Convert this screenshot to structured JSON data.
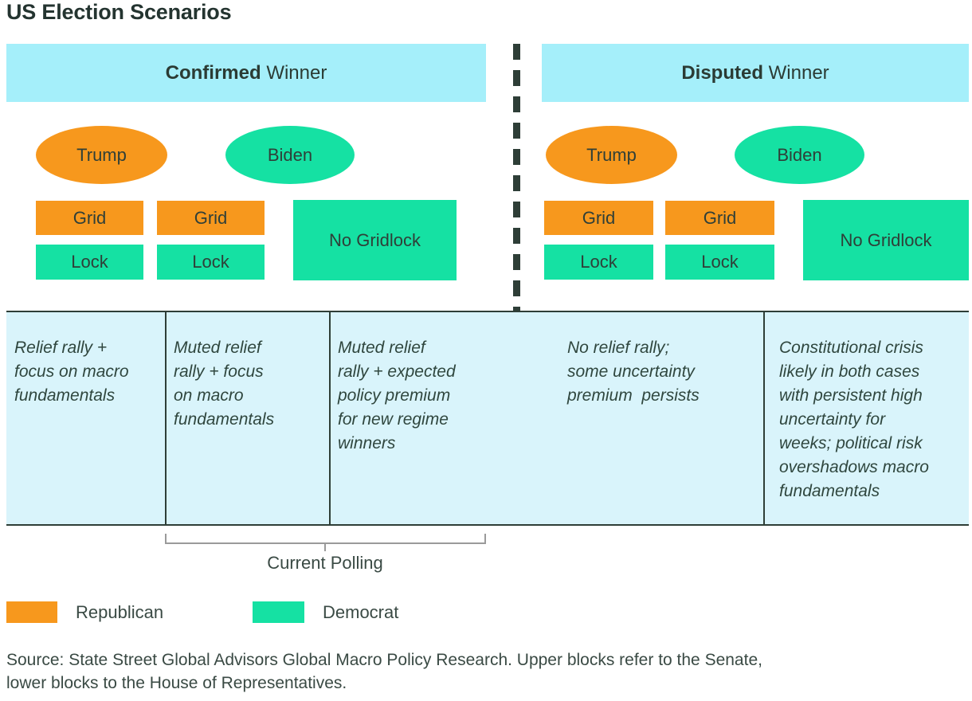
{
  "title": "US Election Scenarios",
  "palette": {
    "republican_orange": "#F7981D",
    "democrat_green": "#15E1A3",
    "header_cyan": "#A5EFFA",
    "table_blue": "#D9F4FB"
  },
  "left_panel": {
    "header_bold": "Confirmed",
    "header_rest": " Winner",
    "trump_label": "Trump",
    "biden_label": "Biden",
    "grid1": "Grid",
    "lock1": "Lock",
    "grid2": "Grid",
    "lock2": "Lock",
    "no_gridlock": "No Gridlock",
    "cell_trump_gridlock": "Relief rally +\nfocus on macro\nfundamentals",
    "cell_biden_gridlock": "Muted relief\nrally + focus\non macro\nfundamentals",
    "cell_biden_no_gridlock": "Muted relief\nrally + expected\npolicy premium\nfor new regime\nwinners"
  },
  "right_panel": {
    "header_bold": "Disputed",
    "header_rest": " Winner",
    "trump_label": "Trump",
    "biden_label": "Biden",
    "grid1": "Grid",
    "lock1": "Lock",
    "grid2": "Grid",
    "lock2": "Lock",
    "no_gridlock": "No Gridlock",
    "cell_gridlock": "No relief rally;\nsome uncertainty\npremium  persists",
    "cell_no_gridlock": "Constitutional crisis\nlikely in both cases\nwith persistent high\nuncertainty for\nweeks; political risk\novershadows macro\nfundamentals"
  },
  "annotation": {
    "current_polling": "Current Polling"
  },
  "legend": {
    "republican": "Republican",
    "democrat": "Democrat"
  },
  "source": "Source: State Street Global Advisors Global Macro Policy Research. Upper blocks refer to the Senate,\nlower blocks to the House of Representatives."
}
